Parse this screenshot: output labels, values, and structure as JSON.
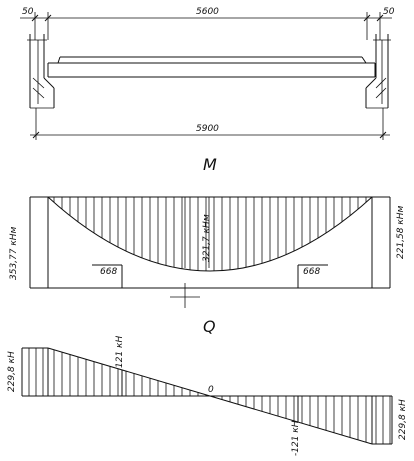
{
  "beam": {
    "dim_left_support": "50",
    "dim_span": "5600",
    "dim_right_support": "50",
    "dim_total": "5900"
  },
  "moment": {
    "title": "M",
    "left_value": "353,77 кНм",
    "center_value": "321,7 кНм",
    "right_value": "221,58 кНм",
    "left_offset": "668",
    "right_offset": "668"
  },
  "shear": {
    "title": "Q",
    "left_value": "229,8 кН",
    "upper_value": "121 кН",
    "zero_value": "0",
    "lower_value": "-121 кН",
    "right_value": "229,8 кН"
  }
}
